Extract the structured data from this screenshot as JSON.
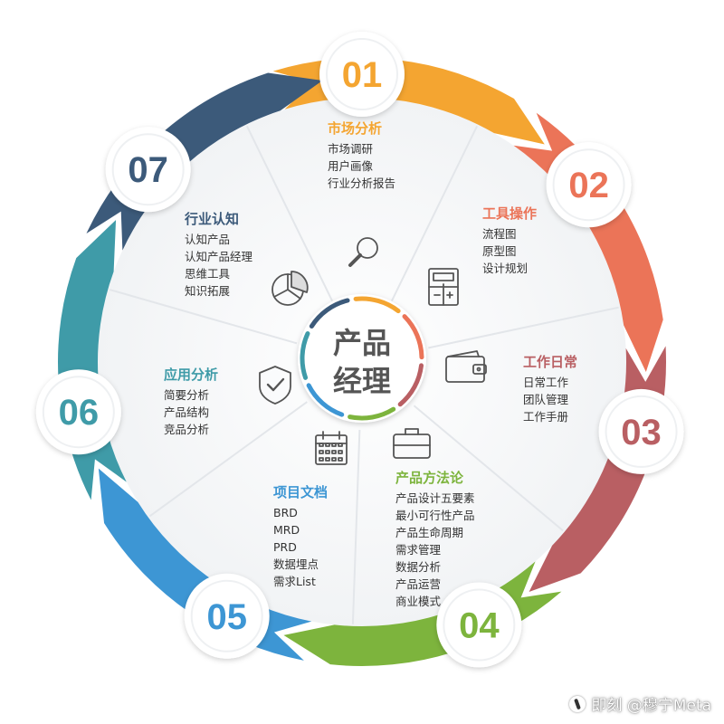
{
  "center": {
    "line1": "产品",
    "line2": "经理"
  },
  "colors": {
    "c1": "#f4a531",
    "c2": "#eb7458",
    "c3": "#b95f63",
    "c4": "#7db43d",
    "c5": "#3d96d4",
    "c6": "#3f9ba8",
    "c7": "#3c5a7a",
    "text_dark": "#333333"
  },
  "sections": [
    {
      "num": "01",
      "title": "市场分析",
      "items": [
        "市场调研",
        "用户画像",
        "行业分析报告"
      ],
      "icon": "magnifier-icon"
    },
    {
      "num": "02",
      "title": "工具操作",
      "items": [
        "流程图",
        "原型图",
        "设计规划"
      ],
      "icon": "calculator-icon"
    },
    {
      "num": "03",
      "title": "工作日常",
      "items": [
        "日常工作",
        "团队管理",
        "工作手册"
      ],
      "icon": "wallet-icon"
    },
    {
      "num": "04",
      "title": "产品方法论",
      "items": [
        "产品设计五要素",
        "最小可行性产品",
        "产品生命周期",
        "需求管理",
        "数据分析",
        "产品运营",
        "商业模式"
      ],
      "icon": "briefcase-icon"
    },
    {
      "num": "05",
      "title": "项目文档",
      "items": [
        "BRD",
        "MRD",
        "PRD",
        "数据埋点",
        "需求List"
      ],
      "icon": "calendar-icon"
    },
    {
      "num": "06",
      "title": "应用分析",
      "items": [
        "简要分析",
        "产品结构",
        "竞品分析"
      ],
      "icon": "shield-check-icon"
    },
    {
      "num": "07",
      "title": "行业认知",
      "items": [
        "认知产品",
        "认知产品经理",
        "思维工具",
        "知识拓展"
      ],
      "icon": "pie-chart-icon"
    }
  ],
  "watermark": {
    "text": "即刻 @穆宁Meta"
  }
}
